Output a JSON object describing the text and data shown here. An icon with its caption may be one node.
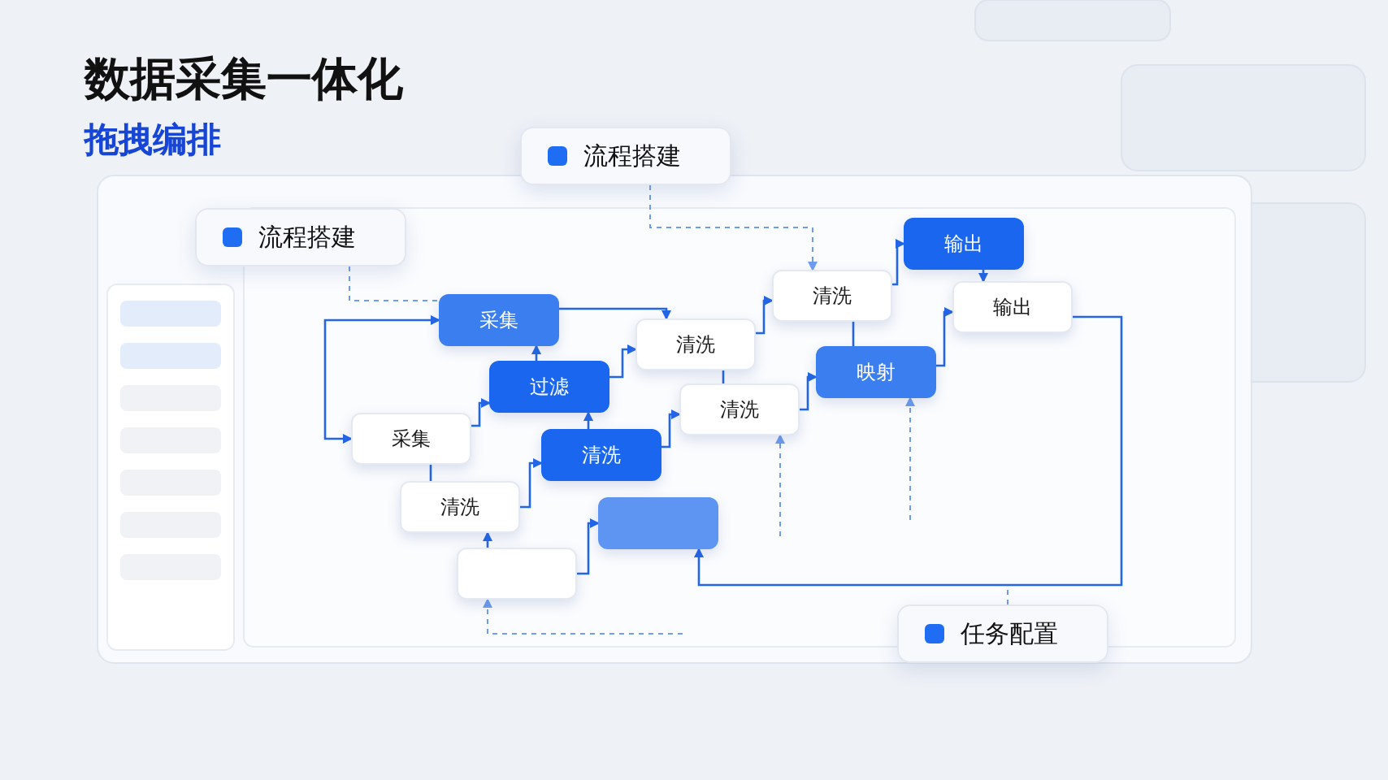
{
  "diagram": {
    "title": "数据采集一体化",
    "nodes": [
      {
        "text": [
          "流程搭建"
        ]
      },
      {
        "text": [
          "流程搭建"
        ]
      },
      {
        "text": [
          "采集"
        ]
      },
      {
        "text": [
          "过滤"
        ]
      },
      {
        "text": [
          "采集"
        ]
      },
      {
        "text": [
          "清洗"
        ]
      },
      {
        "text": [
          "清洗"
        ]
      },
      {
        "text": [],
        "shape": "box"
      },
      {
        "text": [],
        "shape": "box"
      },
      {
        "text": [
          "清洗"
        ]
      },
      {
        "text": [
          "清洗"
        ]
      },
      {
        "text": [
          "清洗"
        ]
      },
      {
        "text": [
          "映射"
        ]
      },
      {
        "text": [
          "输出"
        ]
      },
      {
        "text": [
          "输出"
        ]
      },
      {
        "text": [
          "任务配置"
        ]
      }
    ],
    "edges": [
      {
        "from": 4,
        "to": 2,
        "arrow": "both"
      },
      {
        "from": 4,
        "to": 3,
        "arrow": "to"
      },
      {
        "from": 3,
        "to": 2,
        "arrow": "to"
      },
      {
        "from": 5,
        "to": 3,
        "arrow": "to"
      },
      {
        "from": 4,
        "to": 6,
        "arrow": "none"
      },
      {
        "from": 6,
        "to": 5,
        "arrow": "to"
      },
      {
        "from": 7,
        "to": 6,
        "arrow": "to"
      },
      {
        "from": 7,
        "to": 8,
        "arrow": "to"
      },
      {
        "from": 2,
        "to": 9,
        "arrow": "to"
      },
      {
        "from": 3,
        "to": 9,
        "arrow": "to"
      },
      {
        "from": 5,
        "to": 10,
        "arrow": "to"
      },
      {
        "from": 10,
        "to": 9,
        "arrow": "none"
      },
      {
        "from": 9,
        "to": 11,
        "arrow": "to"
      },
      {
        "from": 10,
        "to": 12,
        "arrow": "to"
      },
      {
        "from": 12,
        "to": 11,
        "arrow": "none"
      },
      {
        "from": 11,
        "to": 13,
        "arrow": "to"
      },
      {
        "from": 13,
        "to": 14,
        "arrow": "to"
      },
      {
        "from": 12,
        "to": 14,
        "arrow": "to"
      },
      {
        "from": 14,
        "to": 8,
        "arrow": "to"
      },
      {
        "from": 0,
        "to": 2,
        "arrow": "none",
        "style": "dashed"
      },
      {
        "from": 1,
        "to": 11,
        "arrow": "to",
        "style": "dashed"
      },
      {
        "from": null,
        "to": 7,
        "arrow": "to",
        "style": "dashed"
      },
      {
        "from": null,
        "to": 10,
        "arrow": "to",
        "style": "dashed"
      },
      {
        "from": null,
        "to": 12,
        "arrow": "to",
        "style": "dashed"
      },
      {
        "from": 15,
        "to": null,
        "arrow": "none",
        "style": "dashed"
      }
    ],
    "labels": [
      "拖拽编排"
    ]
  }
}
